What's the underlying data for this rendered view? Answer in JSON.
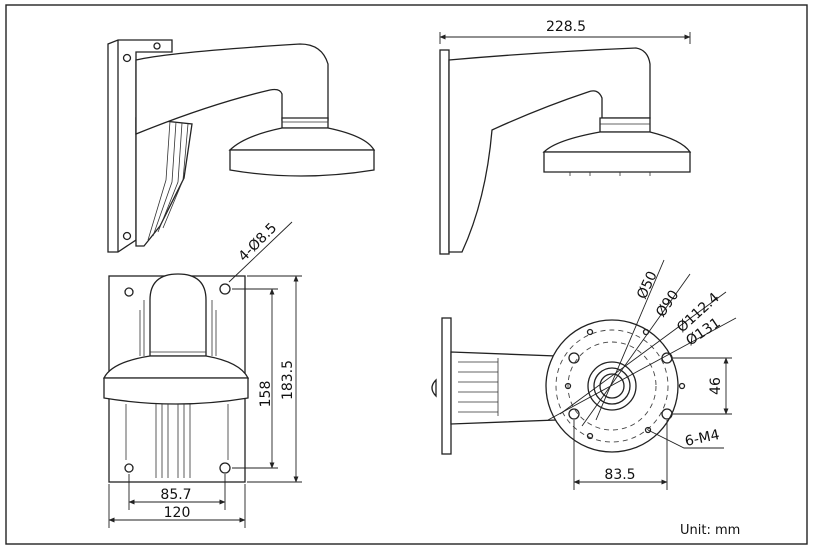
{
  "dimensions": {
    "top_width": "228.5",
    "hole_spec": "4-Ø8.5",
    "hole_span_v": "158",
    "plate_height": "183.5",
    "hole_span_h": "85.7",
    "plate_width": "120",
    "dia_50": "Ø50",
    "dia_90": "Ø90",
    "dia_112": "Ø112.4",
    "dia_131": "Ø131",
    "base_offset": "46",
    "screw_spec": "6-M4",
    "base_span": "83.5"
  },
  "unit_label": "Unit:  mm"
}
